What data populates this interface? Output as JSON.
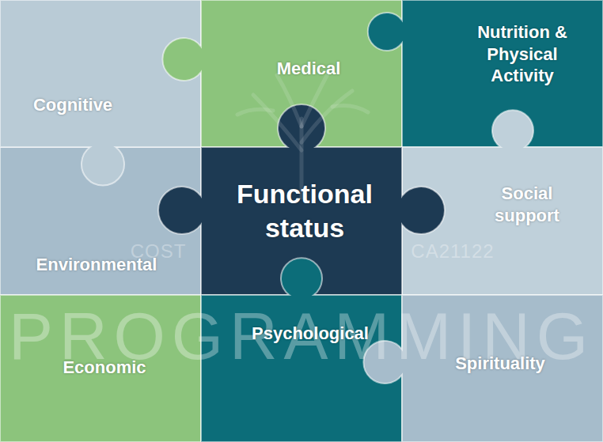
{
  "diagram": {
    "nodes": [
      {
        "text": [
          "Cognitive"
        ]
      },
      {
        "text": [
          "Medical"
        ]
      },
      {
        "text": [
          "Nutrition & Physical Activity"
        ]
      },
      {
        "text": [
          "Environmental"
        ]
      },
      {
        "text": [
          "Functional status"
        ]
      },
      {
        "text": [
          "Social support"
        ]
      },
      {
        "text": [
          "Economic"
        ]
      },
      {
        "text": [
          "Psychological"
        ]
      },
      {
        "text": [
          "Spirituality"
        ]
      }
    ],
    "labels": [
      "PROGRAMMING",
      "COST",
      "CA21122"
    ]
  }
}
